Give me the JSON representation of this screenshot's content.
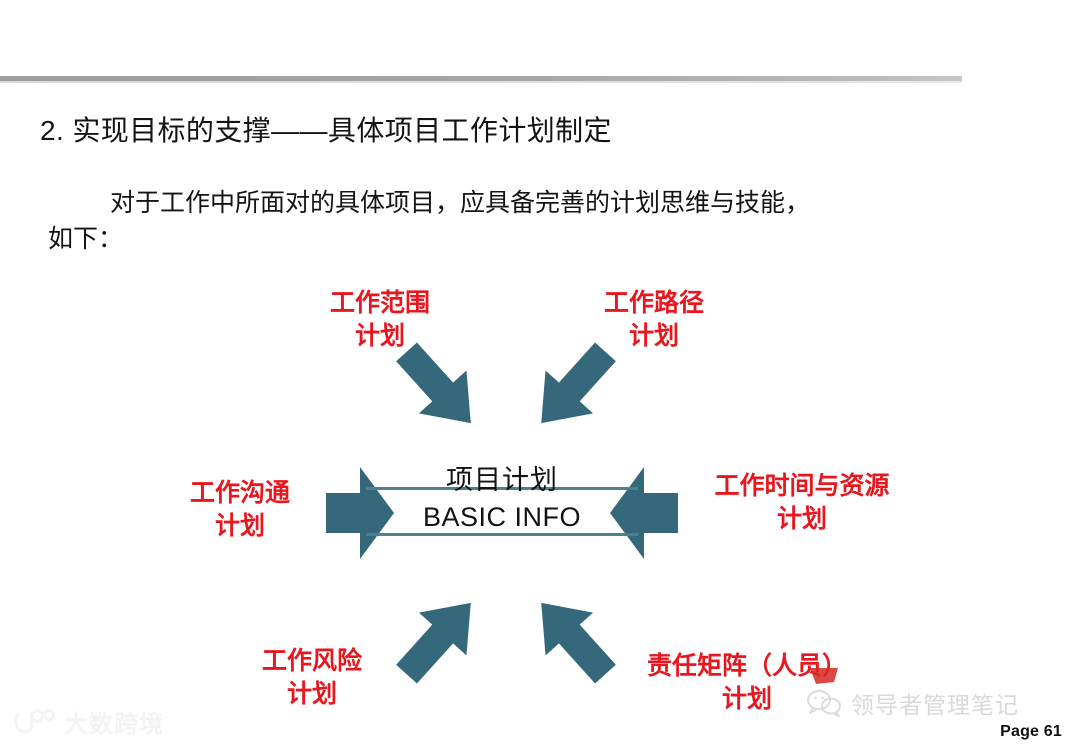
{
  "slide": {
    "title": "2. 实现目标的支撑——具体项目工作计划制定",
    "body_line1": "对于工作中所面对的具体项目，应具备完善的计划思维与技能，",
    "body_line2": "如下："
  },
  "diagram": {
    "center": {
      "title_cn": "项目计划",
      "title_en": "BASIC INFO"
    },
    "labels": [
      {
        "key": "scope",
        "line1": "工作范围",
        "line2": "计划"
      },
      {
        "key": "path",
        "line1": "工作路径",
        "line2": "计划"
      },
      {
        "key": "comm",
        "line1": "工作沟通",
        "line2": "计划"
      },
      {
        "key": "time",
        "line1": "工作时间与资源",
        "line2": "计划"
      },
      {
        "key": "risk",
        "line1": "工作风险",
        "line2": "计划"
      },
      {
        "key": "matrix",
        "line1": "责任矩阵（人员）",
        "line2": "计划"
      }
    ],
    "arrows": [
      {
        "name": "arrow-top-left",
        "direction": "down-right"
      },
      {
        "name": "arrow-top-right",
        "direction": "down-left"
      },
      {
        "name": "arrow-left",
        "direction": "right"
      },
      {
        "name": "arrow-right",
        "direction": "left"
      },
      {
        "name": "arrow-bottom-left",
        "direction": "up-right"
      },
      {
        "name": "arrow-bottom-right",
        "direction": "up-left"
      }
    ]
  },
  "footer": {
    "page_label": "Page 61",
    "watermark_left": "大数跨境",
    "watermark_right": "领导者管理笔记"
  },
  "colors": {
    "accent_teal": "#36687c",
    "label_red": "#e8171f",
    "center_line": "#4d7f92",
    "text_dark": "#141414",
    "watermark_gray": "#d9d9d9",
    "rule_gray": "#a6a6a6"
  }
}
